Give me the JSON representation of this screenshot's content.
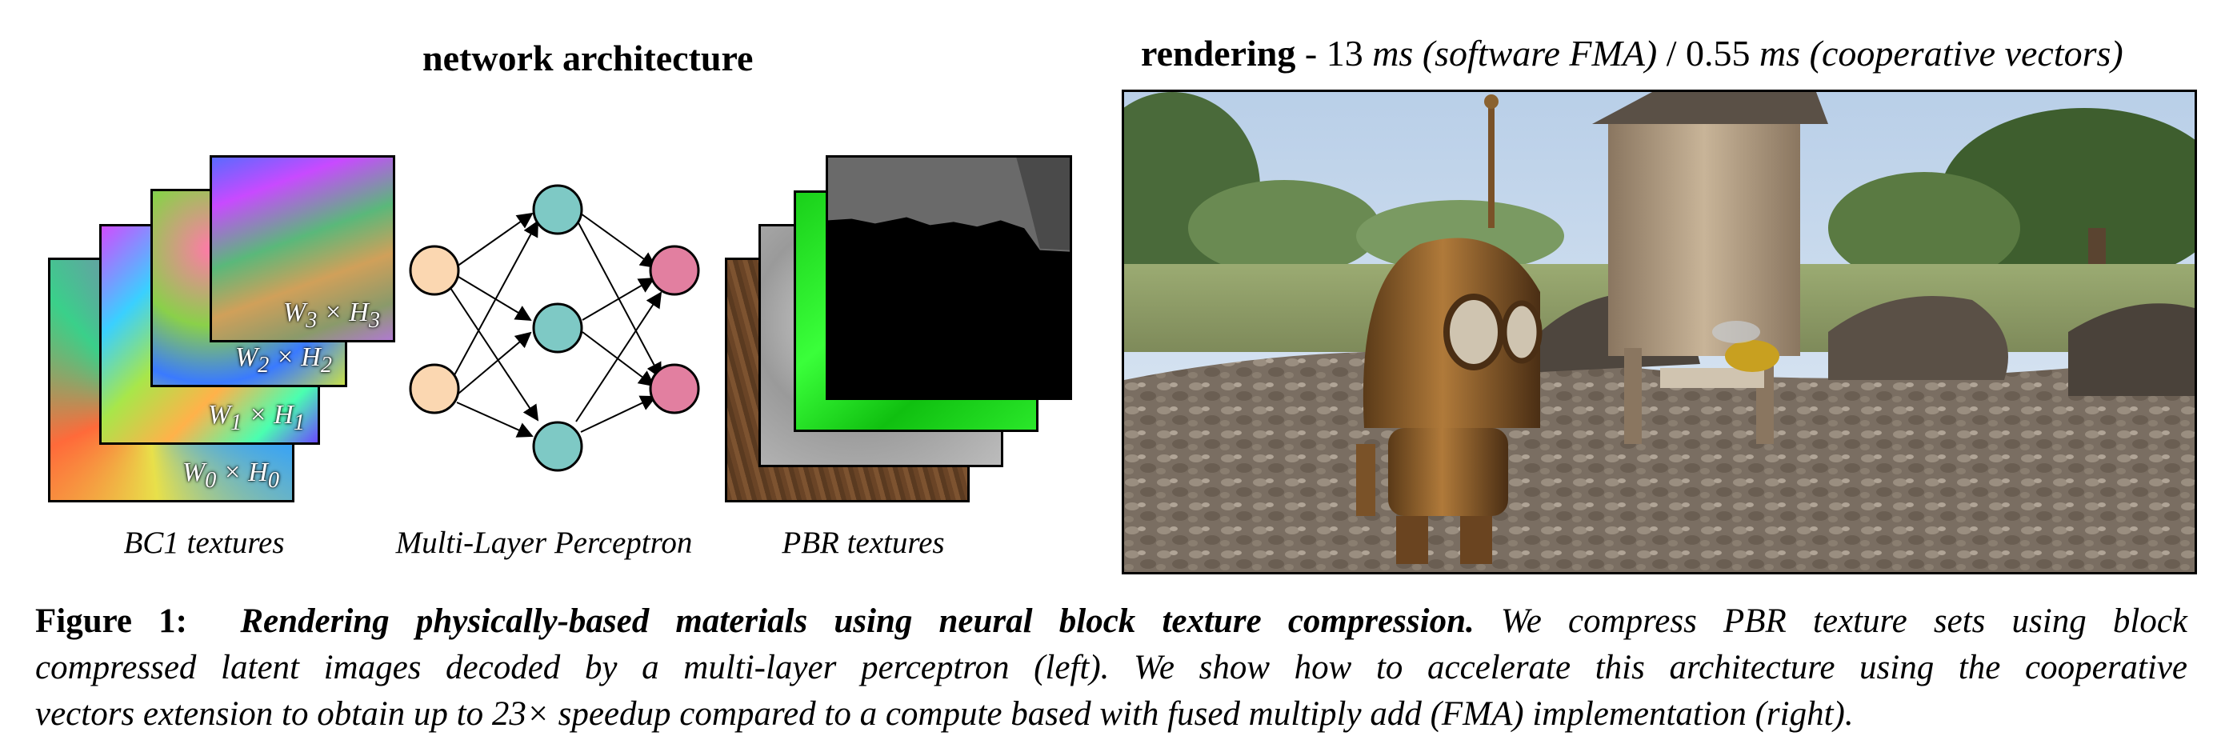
{
  "left_panel": {
    "title": "network architecture",
    "labels": {
      "bc1": "BC1 textures",
      "mlp": "Multi-Layer Perceptron",
      "pbr": "PBR textures"
    },
    "bc1_dims": [
      {
        "w": "W",
        "sub": "0",
        "h": "H",
        "hsub": "0"
      },
      {
        "w": "W",
        "sub": "1",
        "h": "H",
        "hsub": "1"
      },
      {
        "w": "W",
        "sub": "2",
        "h": "H",
        "hsub": "2"
      },
      {
        "w": "W",
        "sub": "3",
        "h": "H",
        "hsub": "3"
      }
    ],
    "times_symbol": "×",
    "colors": {
      "input_node": "#fbd7b1",
      "hidden_node": "#7ec9c5",
      "output_node": "#e27fa0"
    }
  },
  "right_panel": {
    "title_bold": "rendering",
    "title_dash": " - 13 ",
    "title_ms1": "ms (software FMA)",
    "title_sep": " / 0.55 ",
    "title_ms2": "ms (cooperative vectors)"
  },
  "caption": {
    "figure_label": "Figure 1:",
    "bold_title": "Rendering physically-based materials using neural block texture compression.",
    "line1_rest": "We compress PBR texture sets using block",
    "line2": "compressed latent images decoded by a multi-layer perceptron (left). We show how to accelerate this architecture using the cooperative",
    "line3": "vectors extension to obtain up to 23× speedup compared to a compute based with fused multiply add (FMA) implementation (right)."
  }
}
